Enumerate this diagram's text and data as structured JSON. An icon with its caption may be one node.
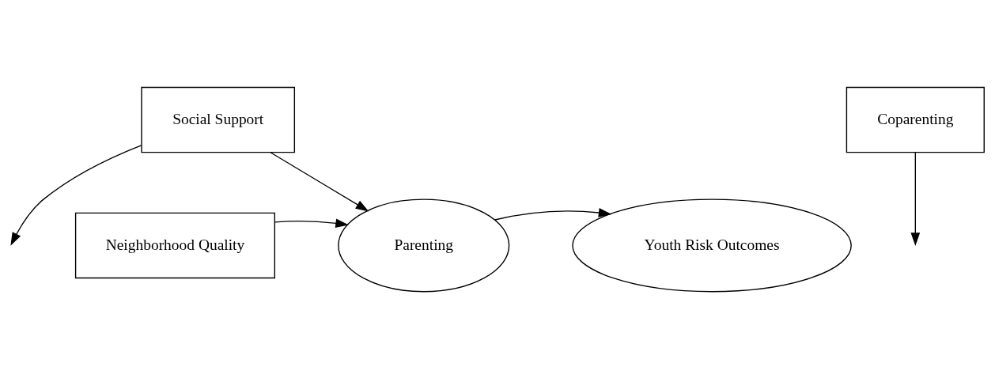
{
  "diagram": {
    "nodes": [
      {
        "text": [
          "Social Support"
        ]
      },
      {
        "text": [
          "Coparenting"
        ]
      },
      {
        "text": [
          "Neighborhood Quality"
        ]
      },
      {
        "text": [
          "Parenting"
        ]
      },
      {
        "text": [
          "Youth Risk Outcomes"
        ]
      }
    ],
    "edges": [
      {
        "from": 2,
        "to": 3,
        "arrow": "to"
      },
      {
        "from": 3,
        "to": 4,
        "arrow": "to"
      },
      {
        "from": 0,
        "to": null,
        "arrow": "to"
      },
      {
        "from": 0,
        "to": 3,
        "arrow": "to"
      },
      {
        "from": 1,
        "to": null,
        "arrow": "to"
      }
    ]
  }
}
